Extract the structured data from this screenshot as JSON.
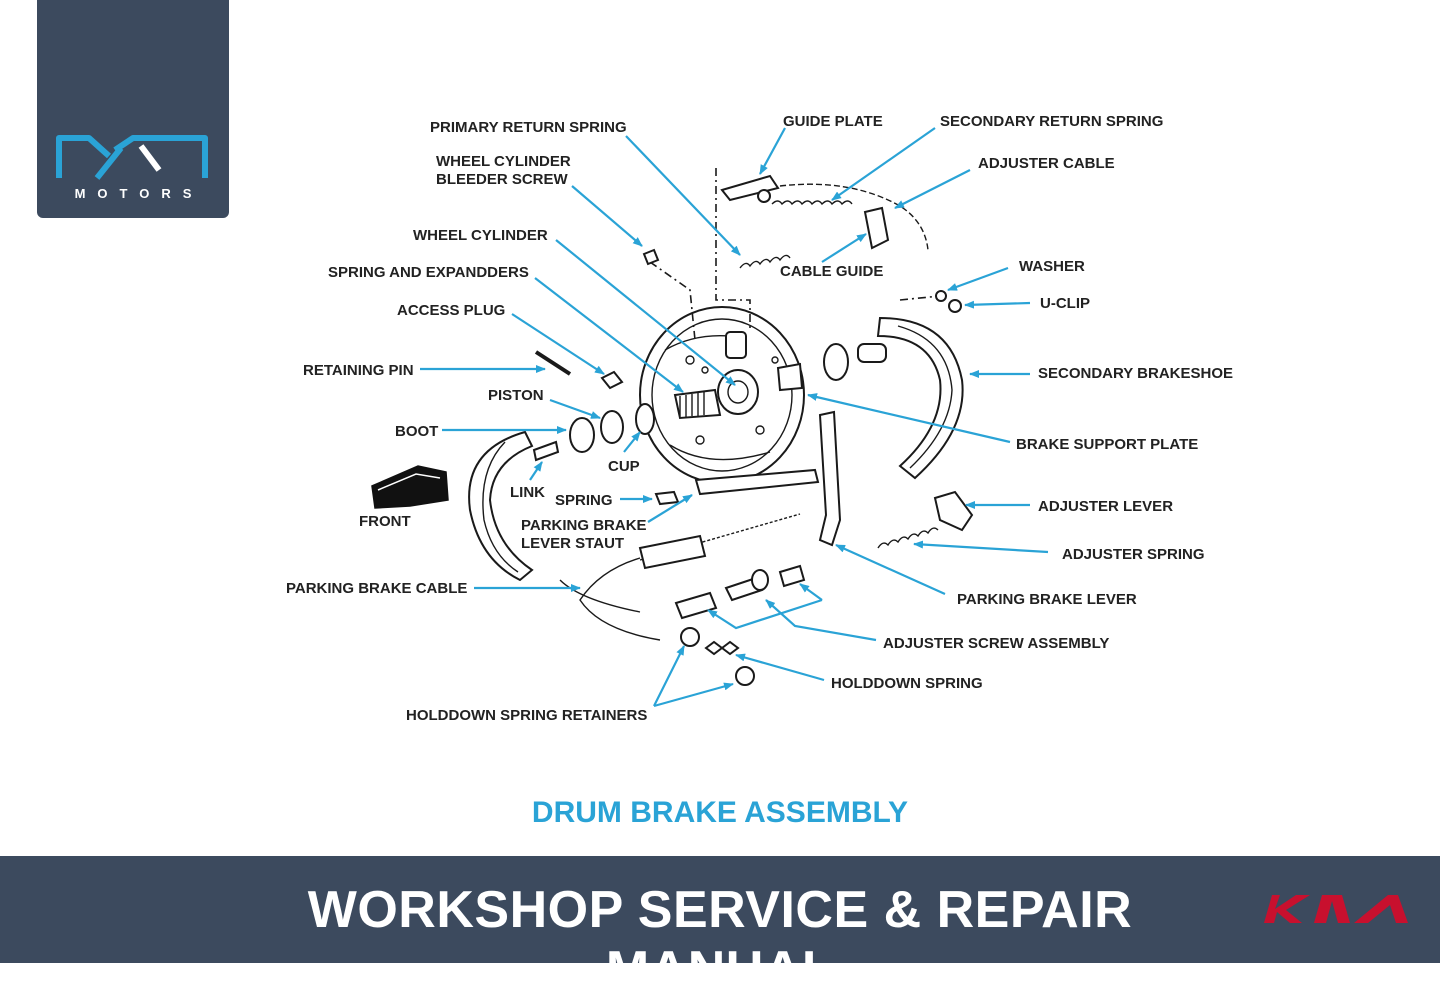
{
  "header": {
    "logo": {
      "icon": "mm-motors-logo-icon",
      "wordmark": "MOTORS"
    }
  },
  "diagram": {
    "title": "DRUM BRAKE ASSEMBLY",
    "labels": {
      "primary_return_spring": "PRIMARY RETURN SPRING",
      "guide_plate": "GUIDE PLATE",
      "secondary_return_spring": "SECONDARY RETURN SPRING",
      "wheel_cylinder_bleeder_screw_1": "WHEEL CYLINDER",
      "wheel_cylinder_bleeder_screw_2": "BLEEDER SCREW",
      "adjuster_cable": "ADJUSTER CABLE",
      "wheel_cylinder": "WHEEL CYLINDER",
      "cable_guide": "CABLE GUIDE",
      "spring_and_expandders": "SPRING AND EXPANDDERS",
      "washer": "WASHER",
      "u_clip": "U-CLIP",
      "access_plug": "ACCESS PLUG",
      "retaining_pin": "RETAINING PIN",
      "secondary_brakeshoe": "SECONDARY BRAKESHOE",
      "piston": "PISTON",
      "boot": "BOOT",
      "brake_support_plate": "BRAKE SUPPORT PLATE",
      "cup": "CUP",
      "link": "LINK",
      "front": "FRONT",
      "spring": "SPRING",
      "adjuster_lever": "ADJUSTER LEVER",
      "parking_brake_lever_staut_1": "PARKING BRAKE",
      "parking_brake_lever_staut_2": "LEVER STAUT",
      "adjuster_spring": "ADJUSTER SPRING",
      "parking_brake_cable": "PARKING BRAKE CABLE",
      "parking_brake_lever": "PARKING BRAKE LEVER",
      "adjuster_screw_assembly": "ADJUSTER SCREW ASSEMBLY",
      "holddown_spring": "HOLDDOWN SPRING",
      "holddown_spring_retainers": "HOLDDOWN SPRING RETAINERS"
    }
  },
  "footer": {
    "title": "WORKSHOP SERVICE & REPAIR MANUAL",
    "brand_logo": "kia-logo-icon"
  },
  "colors": {
    "navy": "#3c4a5e",
    "accent_blue": "#2aa3d6",
    "kia_red": "#c8102e"
  }
}
